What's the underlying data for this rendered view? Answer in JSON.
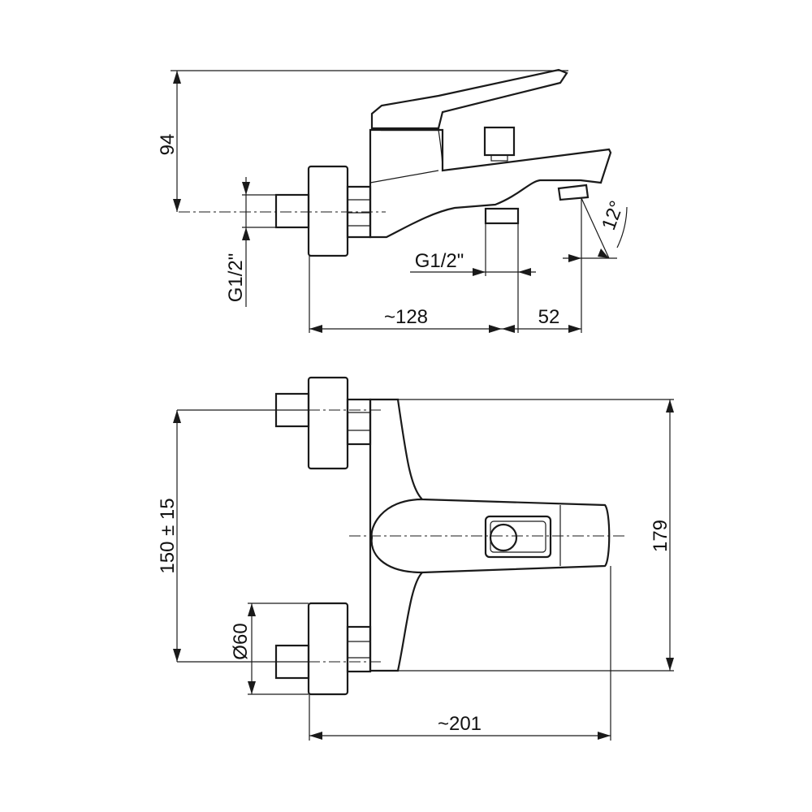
{
  "dimensions": {
    "height_top": "94",
    "inlet_thread": "G1/2\"",
    "outlet_thread": "G1/2\"",
    "length_body": "~128",
    "length_spout": "52",
    "spout_angle": "12°",
    "center_distance": "150 ± 15",
    "flange_diameter": "Ø60",
    "total_height": "179",
    "total_width": "~201"
  }
}
